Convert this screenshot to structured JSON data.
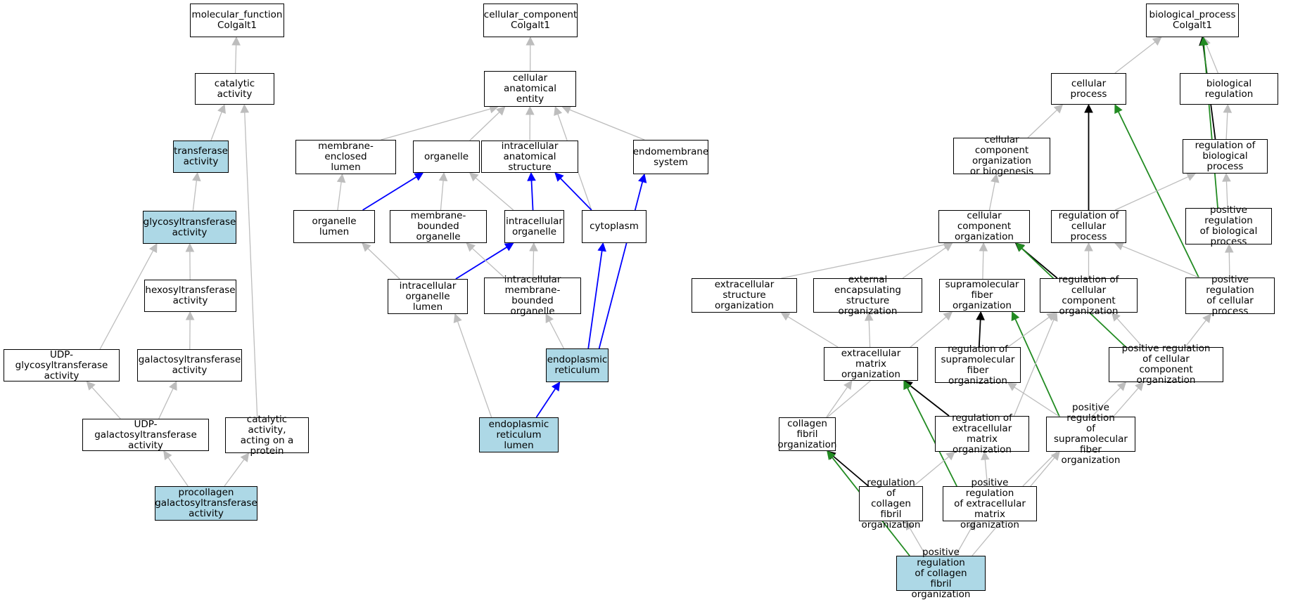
{
  "colors": {
    "highlight_fill": "#add8e6",
    "edge_default": "#bdbdbd",
    "edge_black": "#000000",
    "edge_blue": "#0000ff",
    "edge_green": "#228b22"
  },
  "nodes": [
    {
      "id": "mf",
      "label": "molecular_function\nColgalt1",
      "highlight": false
    },
    {
      "id": "cat",
      "label": "catalytic activity",
      "highlight": false
    },
    {
      "id": "trans",
      "label": "transferase\nactivity",
      "highlight": true
    },
    {
      "id": "glyco",
      "label": "glycosyltransferase\nactivity",
      "highlight": true
    },
    {
      "id": "hexo",
      "label": "hexosyltransferase\nactivity",
      "highlight": false
    },
    {
      "id": "udpglyco",
      "label": "UDP-glycosyltransferase\nactivity",
      "highlight": false
    },
    {
      "id": "galacto",
      "label": "galactosyltransferase\nactivity",
      "highlight": false
    },
    {
      "id": "udpgal",
      "label": "UDP-galactosyltransferase\nactivity",
      "highlight": false
    },
    {
      "id": "catprot",
      "label": "catalytic activity,\nacting on a\nprotein",
      "highlight": false
    },
    {
      "id": "procol",
      "label": "procollagen\ngalactosyltransferase\nactivity",
      "highlight": true
    },
    {
      "id": "cc",
      "label": "cellular_component\nColgalt1",
      "highlight": false
    },
    {
      "id": "cae",
      "label": "cellular anatomical\nentity",
      "highlight": false
    },
    {
      "id": "mel",
      "label": "membrane-enclosed\nlumen",
      "highlight": false
    },
    {
      "id": "org",
      "label": "organelle",
      "highlight": false
    },
    {
      "id": "ias",
      "label": "intracellular\nanatomical structure",
      "highlight": false
    },
    {
      "id": "ems",
      "label": "endomembrane\nsystem",
      "highlight": false
    },
    {
      "id": "olumen",
      "label": "organelle lumen",
      "highlight": false
    },
    {
      "id": "mbo",
      "label": "membrane-bounded\norganelle",
      "highlight": false
    },
    {
      "id": "io",
      "label": "intracellular\norganelle",
      "highlight": false
    },
    {
      "id": "cyto",
      "label": "cytoplasm",
      "highlight": false
    },
    {
      "id": "iol",
      "label": "intracellular\norganelle lumen",
      "highlight": false
    },
    {
      "id": "imbo",
      "label": "intracellular\nmembrane-bounded\norganelle",
      "highlight": false
    },
    {
      "id": "er",
      "label": "endoplasmic\nreticulum",
      "highlight": true
    },
    {
      "id": "erl",
      "label": "endoplasmic\nreticulum lumen",
      "highlight": true
    },
    {
      "id": "bp",
      "label": "biological_process\nColgalt1",
      "highlight": false
    },
    {
      "id": "cp",
      "label": "cellular process",
      "highlight": false
    },
    {
      "id": "br",
      "label": "biological regulation",
      "highlight": false
    },
    {
      "id": "ccob",
      "label": "cellular component\norganization\nor biogenesis",
      "highlight": false
    },
    {
      "id": "rbp",
      "label": "regulation of\nbiological process",
      "highlight": false
    },
    {
      "id": "cco",
      "label": "cellular component\norganization",
      "highlight": false
    },
    {
      "id": "rcp",
      "label": "regulation of\ncellular process",
      "highlight": false
    },
    {
      "id": "prbp",
      "label": "positive regulation\nof biological\nprocess",
      "highlight": false
    },
    {
      "id": "eso",
      "label": "extracellular\nstructure organization",
      "highlight": false
    },
    {
      "id": "eeso",
      "label": "external encapsulating\nstructure organization",
      "highlight": false
    },
    {
      "id": "sfo",
      "label": "supramolecular\nfiber organization",
      "highlight": false
    },
    {
      "id": "rcco",
      "label": "regulation of\ncellular component\norganization",
      "highlight": false
    },
    {
      "id": "prcp",
      "label": "positive regulation\nof cellular\nprocess",
      "highlight": false
    },
    {
      "id": "emo",
      "label": "extracellular\nmatrix organization",
      "highlight": false
    },
    {
      "id": "rsfo",
      "label": "regulation of\nsupramolecular\nfiber organization",
      "highlight": false
    },
    {
      "id": "prcco",
      "label": "positive regulation\nof cellular\ncomponent organization",
      "highlight": false
    },
    {
      "id": "cfo",
      "label": "collagen fibril\norganization",
      "highlight": false
    },
    {
      "id": "remo",
      "label": "regulation of\nextracellular\nmatrix organization",
      "highlight": false
    },
    {
      "id": "prsfo",
      "label": "positive regulation\nof supramolecular\nfiber organization",
      "highlight": false
    },
    {
      "id": "rcfo",
      "label": "regulation of\ncollagen fibril\norganization",
      "highlight": false
    },
    {
      "id": "premo",
      "label": "positive regulation\nof extracellular\nmatrix organization",
      "highlight": false
    },
    {
      "id": "prcfo",
      "label": "positive regulation\nof collagen\nfibril organization",
      "highlight": true
    }
  ],
  "edges": [
    {
      "from": "cat",
      "to": "mf",
      "color": "grey"
    },
    {
      "from": "trans",
      "to": "cat",
      "color": "grey"
    },
    {
      "from": "glyco",
      "to": "trans",
      "color": "grey"
    },
    {
      "from": "hexo",
      "to": "glyco",
      "color": "grey"
    },
    {
      "from": "udpglyco",
      "to": "glyco",
      "color": "grey"
    },
    {
      "from": "galacto",
      "to": "hexo",
      "color": "grey"
    },
    {
      "from": "udpgal",
      "to": "udpglyco",
      "color": "grey"
    },
    {
      "from": "udpgal",
      "to": "galacto",
      "color": "grey"
    },
    {
      "from": "catprot",
      "to": "cat",
      "color": "grey"
    },
    {
      "from": "procol",
      "to": "udpgal",
      "color": "grey"
    },
    {
      "from": "procol",
      "to": "catprot",
      "color": "grey"
    },
    {
      "from": "cae",
      "to": "cc",
      "color": "grey"
    },
    {
      "from": "mel",
      "to": "cae",
      "color": "grey"
    },
    {
      "from": "org",
      "to": "cae",
      "color": "grey"
    },
    {
      "from": "ias",
      "to": "cae",
      "color": "grey"
    },
    {
      "from": "ems",
      "to": "cae",
      "color": "grey"
    },
    {
      "from": "cyto",
      "to": "cae",
      "color": "grey"
    },
    {
      "from": "olumen",
      "to": "mel",
      "color": "grey"
    },
    {
      "from": "olumen",
      "to": "org",
      "color": "blue"
    },
    {
      "from": "mbo",
      "to": "org",
      "color": "grey"
    },
    {
      "from": "io",
      "to": "org",
      "color": "grey"
    },
    {
      "from": "io",
      "to": "ias",
      "color": "blue"
    },
    {
      "from": "cyto",
      "to": "ias",
      "color": "blue"
    },
    {
      "from": "iol",
      "to": "olumen",
      "color": "grey"
    },
    {
      "from": "iol",
      "to": "io",
      "color": "blue"
    },
    {
      "from": "imbo",
      "to": "mbo",
      "color": "grey"
    },
    {
      "from": "imbo",
      "to": "io",
      "color": "grey"
    },
    {
      "from": "er",
      "to": "imbo",
      "color": "grey"
    },
    {
      "from": "er",
      "to": "cyto",
      "color": "blue"
    },
    {
      "from": "er",
      "to": "ems",
      "color": "blue"
    },
    {
      "from": "erl",
      "to": "iol",
      "color": "grey"
    },
    {
      "from": "erl",
      "to": "er",
      "color": "blue"
    },
    {
      "from": "cp",
      "to": "bp",
      "color": "grey"
    },
    {
      "from": "br",
      "to": "bp",
      "color": "grey"
    },
    {
      "from": "rbp",
      "to": "bp",
      "color": "black"
    },
    {
      "from": "prbp",
      "to": "bp",
      "color": "green"
    },
    {
      "from": "ccob",
      "to": "cp",
      "color": "grey"
    },
    {
      "from": "rcp",
      "to": "cp",
      "color": "black"
    },
    {
      "from": "prcp",
      "to": "cp",
      "color": "green"
    },
    {
      "from": "rbp",
      "to": "br",
      "color": "grey"
    },
    {
      "from": "cco",
      "to": "ccob",
      "color": "grey"
    },
    {
      "from": "rcp",
      "to": "rbp",
      "color": "grey"
    },
    {
      "from": "prbp",
      "to": "rbp",
      "color": "grey"
    },
    {
      "from": "eso",
      "to": "cco",
      "color": "grey"
    },
    {
      "from": "eeso",
      "to": "cco",
      "color": "grey"
    },
    {
      "from": "sfo",
      "to": "cco",
      "color": "grey"
    },
    {
      "from": "rcco",
      "to": "cco",
      "color": "black"
    },
    {
      "from": "prcco",
      "to": "cco",
      "color": "green"
    },
    {
      "from": "rcco",
      "to": "rcp",
      "color": "grey"
    },
    {
      "from": "prcp",
      "to": "rcp",
      "color": "grey"
    },
    {
      "from": "prcp",
      "to": "prbp",
      "color": "grey"
    },
    {
      "from": "emo",
      "to": "eso",
      "color": "grey"
    },
    {
      "from": "emo",
      "to": "eeso",
      "color": "grey"
    },
    {
      "from": "cfo",
      "to": "sfo",
      "color": "grey"
    },
    {
      "from": "rsfo",
      "to": "sfo",
      "color": "black"
    },
    {
      "from": "prsfo",
      "to": "sfo",
      "color": "green"
    },
    {
      "from": "rsfo",
      "to": "rcco",
      "color": "grey"
    },
    {
      "from": "remo",
      "to": "rcco",
      "color": "grey"
    },
    {
      "from": "prcco",
      "to": "rcco",
      "color": "grey"
    },
    {
      "from": "prcco",
      "to": "prcp",
      "color": "grey"
    },
    {
      "from": "cfo",
      "to": "emo",
      "color": "grey"
    },
    {
      "from": "remo",
      "to": "emo",
      "color": "black"
    },
    {
      "from": "premo",
      "to": "emo",
      "color": "green"
    },
    {
      "from": "prsfo",
      "to": "rsfo",
      "color": "grey"
    },
    {
      "from": "prsfo",
      "to": "prcco",
      "color": "grey"
    },
    {
      "from": "rcfo",
      "to": "cfo",
      "color": "black"
    },
    {
      "from": "prcfo",
      "to": "cfo",
      "color": "green"
    },
    {
      "from": "rcfo",
      "to": "remo",
      "color": "grey"
    },
    {
      "from": "premo",
      "to": "remo",
      "color": "grey"
    },
    {
      "from": "premo",
      "to": "prcco",
      "color": "grey"
    },
    {
      "from": "prcfo",
      "to": "rcfo",
      "color": "grey"
    },
    {
      "from": "prcfo",
      "to": "premo",
      "color": "grey"
    },
    {
      "from": "prcfo",
      "to": "prsfo",
      "color": "grey"
    }
  ]
}
